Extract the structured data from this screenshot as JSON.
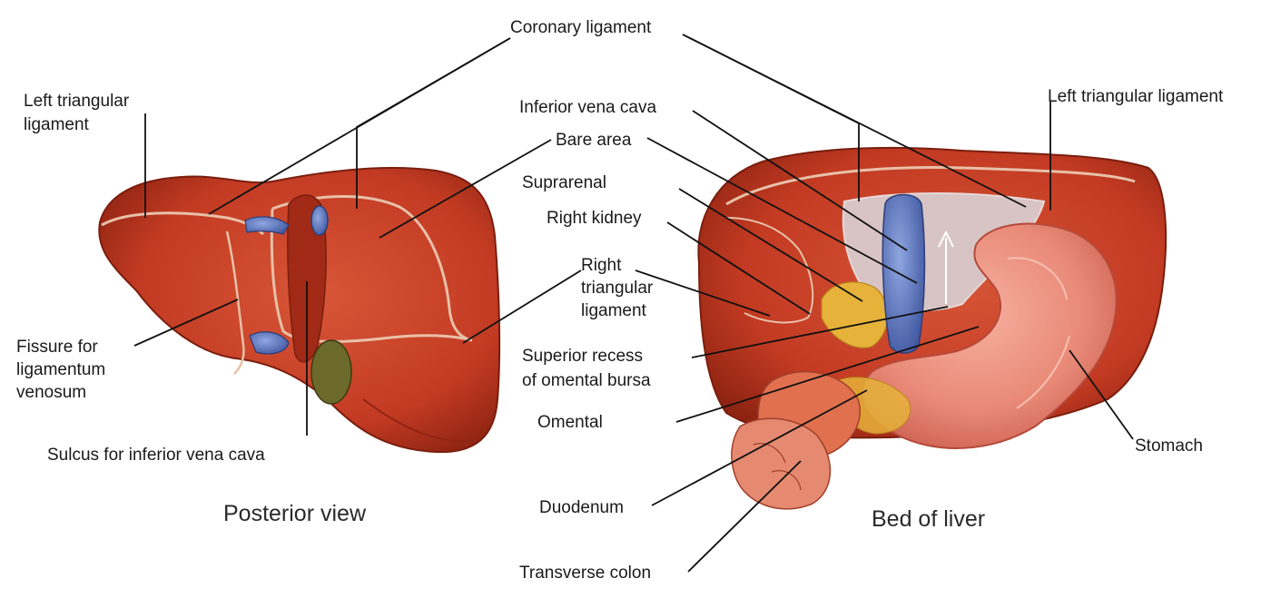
{
  "labels": {
    "coronary_ligament": "Coronary ligament",
    "left_triangular_ligament_posterior": [
      "Left triangular",
      "ligament"
    ],
    "left_triangular_ligament_bed": "Left triangular ligament",
    "inferior_vena_cava": "Inferior vena cava",
    "bare_area": "Bare area",
    "suprarenal": "Suprarenal",
    "right_kidney": "Right kidney",
    "right_triangular_ligament": [
      "Right",
      "triangular",
      "ligament"
    ],
    "superior_recess": [
      "Superior recess",
      "of omental bursa"
    ],
    "omental": "Omental",
    "fissure_ligamentum_venosum": [
      "Fissure for",
      "ligamentum",
      "venosum"
    ],
    "sulcus_ivc": "Sulcus for inferior vena cava",
    "duodenum": "Duodenum",
    "transverse_colon": "Transverse colon",
    "stomach": "Stomach"
  },
  "captions": {
    "posterior": "Posterior view",
    "bed": "Bed of liver"
  },
  "colors": {
    "liver": "#c23a22",
    "liver_dark": "#8f2412",
    "liver_light": "#e0704e",
    "capsule": "#e8c0a8",
    "vein": "#5a73b8",
    "gallbladder": "#6b6a2a",
    "stomach": "#e98a78",
    "fat": "#e6b23a",
    "bare": "#d8c4c4"
  }
}
